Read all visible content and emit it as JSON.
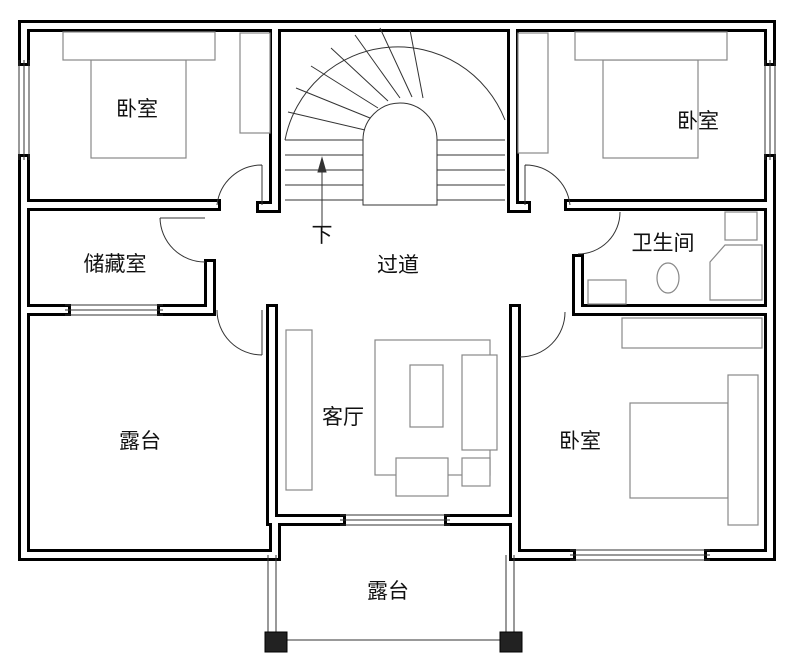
{
  "title": "二层平面图",
  "rooms": {
    "bedroom_top_left": "卧室",
    "bedroom_top_right": "卧室",
    "storage": "储藏室",
    "corridor": "过道",
    "stairs_down": "下",
    "bathroom": "卫生间",
    "living_room": "客厅",
    "terrace_left": "露台",
    "bedroom_right": "卧室",
    "terrace_bottom": "露台"
  }
}
